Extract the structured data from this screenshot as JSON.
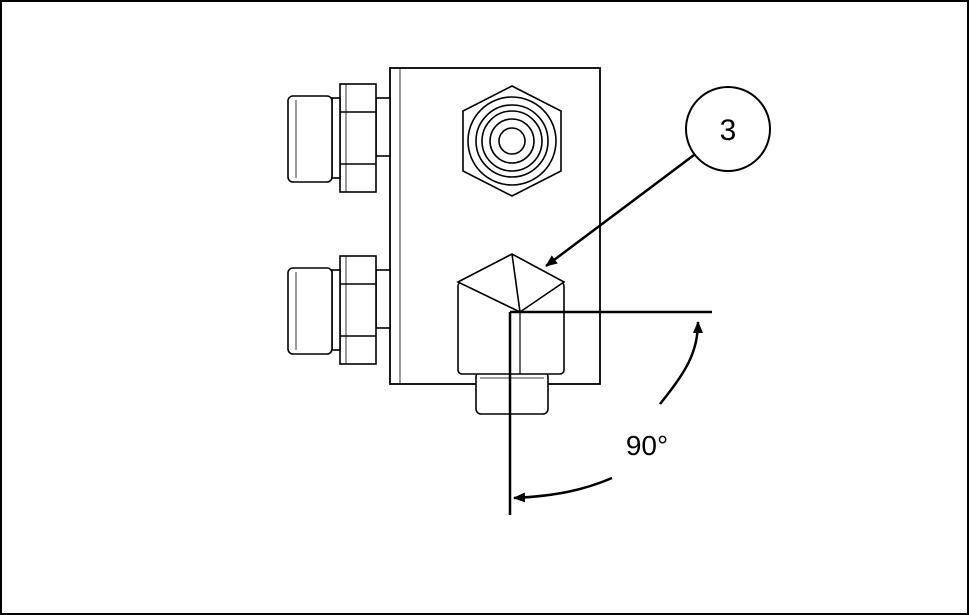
{
  "callout": {
    "number": "3"
  },
  "angle": {
    "label": "90°"
  },
  "colors": {
    "line": "#000000",
    "fill": "#ffffff",
    "frame": "#000000"
  },
  "parts": {
    "block": "manifold-block",
    "fittings_left": [
      "upper-left-fitting",
      "lower-left-fitting"
    ],
    "top_port": "hex-port-fitting",
    "elbow": "elbow-fitting"
  }
}
